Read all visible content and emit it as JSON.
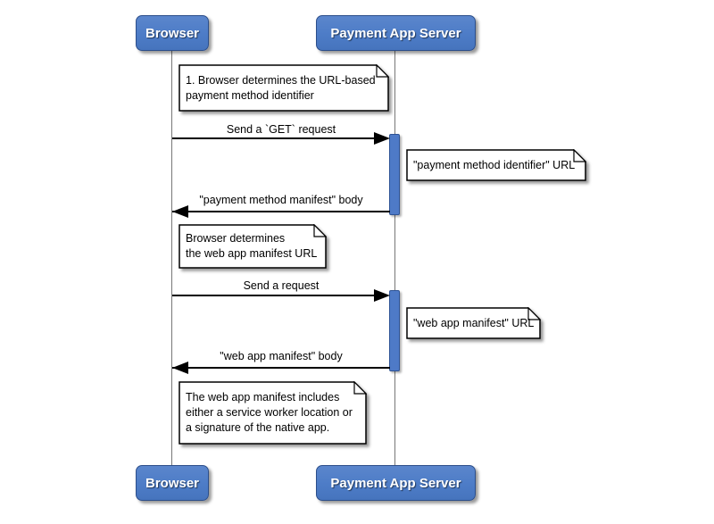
{
  "participants": [
    {
      "label": "Browser"
    },
    {
      "label": "Payment App Server"
    }
  ],
  "messages": [
    {
      "label": "Send a `GET` request",
      "direction": "right"
    },
    {
      "label": "\"payment method manifest\" body",
      "direction": "left"
    },
    {
      "label": "Send a request",
      "direction": "right"
    },
    {
      "label": "\"web app manifest\" body",
      "direction": "left"
    }
  ],
  "notes": [
    {
      "text": "1. Browser determines the URL-based\npayment method identifier"
    },
    {
      "text": "\"payment method identifier\" URL"
    },
    {
      "text": "Browser determines\nthe web app manifest URL"
    },
    {
      "text": "\"web app manifest\" URL"
    },
    {
      "text": "The web app manifest includes\neither a service worker location or\na signature of the native app."
    }
  ],
  "colors": {
    "background": "#ffffff",
    "participant_fill": "#4d7cc7",
    "participant_border": "#2c4e8a",
    "participant_text": "#ffffff",
    "activation_fill": "#4e7ac7",
    "activation_border": "#2e5395",
    "lifeline": "#777777",
    "line": "#000000",
    "note_fill": "#ffffff",
    "note_border": "#000000"
  }
}
